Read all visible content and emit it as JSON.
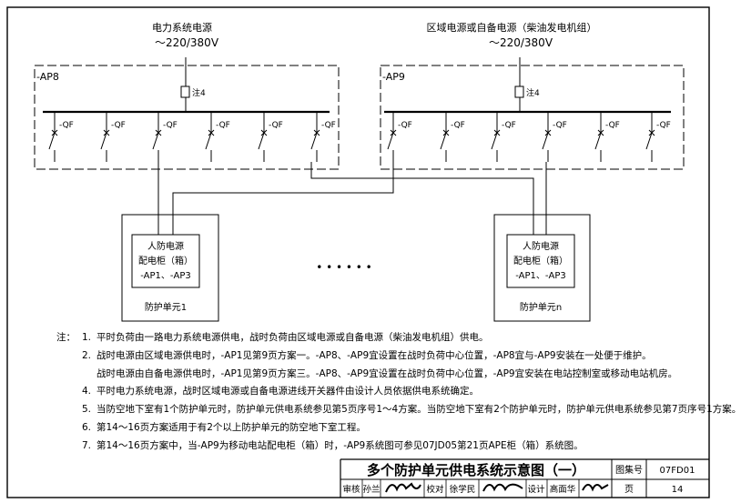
{
  "sources": {
    "left": {
      "title": "电力系统电源",
      "voltage": "～220/380V"
    },
    "right": {
      "title": "区域电源或自备电源（柴油发电机组）",
      "voltage": "～220/380V"
    }
  },
  "panels": {
    "left": {
      "label": "-AP8",
      "note_tag": "注4"
    },
    "right": {
      "label": "-AP9",
      "note_tag": "注4"
    }
  },
  "breaker_label": "-QF",
  "units": {
    "u1": {
      "line1": "人防电源",
      "line2": "配电柜（箱）",
      "line3": "-AP1、-AP3",
      "caption": "防护单元1"
    },
    "un": {
      "line1": "人防电源",
      "line2": "配电柜（箱）",
      "line3": "-AP1、-AP3",
      "caption": "防护单元n"
    }
  },
  "ellipsis": "• • • • • •",
  "notes": {
    "head": "注：",
    "items": [
      {
        "num": "1.",
        "text": "平时负荷由一路电力系统电源供电，战时负荷由区域电源或自备电源（柴油发电机组）供电。"
      },
      {
        "num": "2.",
        "text": "战时电源由区域电源供电时，-AP1见第9页方案一。-AP8、-AP9宜设置在战时负荷中心位置，-AP8宜与-AP9安装在一处便于维护。"
      },
      {
        "num": "",
        "text": "战时电源由自备电源供电时，-AP1见第9页方案三。-AP8、-AP9宜设置在战时负荷中心位置，-AP9宜安装在电站控制室或移动电站机房。"
      },
      {
        "num": "4.",
        "text": "平时电力系统电源，战时区域电源或自备电源进线开关器件由设计人员依据供电系统确定。"
      },
      {
        "num": "5.",
        "text": "当防空地下室有1个防护单元时，防护单元供电系统参见第5页序号1～4方案。当防空地下室有2个防护单元时，防护单元供电系统参见第7页序号1方案。"
      },
      {
        "num": "6.",
        "text": "第14～16页方案适用于有2个以上防护单元的防空地下室工程。"
      },
      {
        "num": "7.",
        "text": "第14～16页方案中，当-AP9为移动电站配电柜（箱）时，-AP9系统图可参见07JD05第21页APE柜（箱）系统图。"
      }
    ]
  },
  "title_block": {
    "title": "多个防护单元供电系统示意图（一）",
    "atlas_label": "图集号",
    "atlas_no": "07FD01",
    "review_label": "审核",
    "review_name": "孙兰",
    "check_label": "校对",
    "check_name": "徐学民",
    "design_label": "设计",
    "design_name": "高面华",
    "page_label": "页",
    "page_no": "14"
  }
}
